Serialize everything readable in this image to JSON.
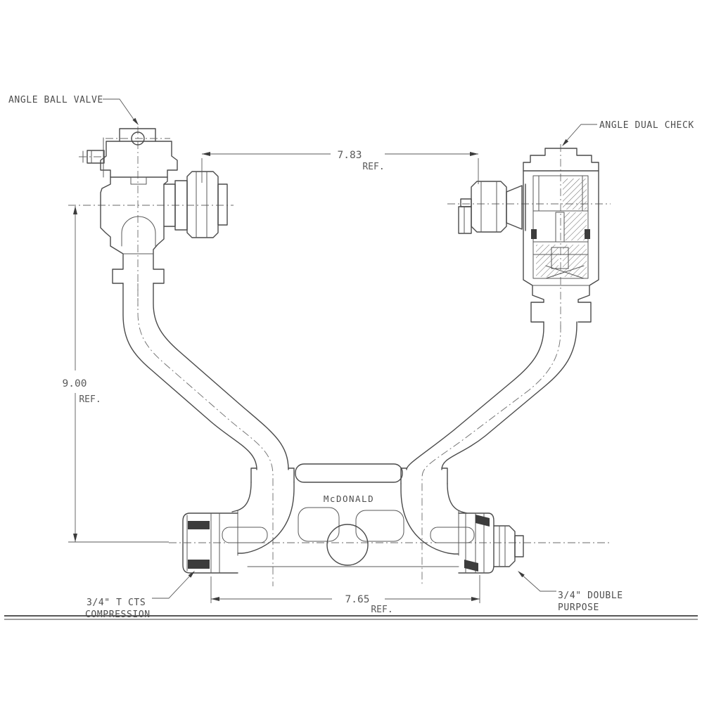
{
  "drawing": {
    "labels": {
      "angle_ball_valve": "ANGLE BALL VALVE",
      "angle_dual_check": "ANGLE DUAL CHECK",
      "outlet_left_line1": "3/4\" T CTS",
      "outlet_left_line2": "COMPRESSION",
      "outlet_right_line1": "3/4\" DOUBLE",
      "outlet_right_line2": "PURPOSE",
      "brand": "McDONALD"
    },
    "dimensions": {
      "top": {
        "value": "7.83",
        "ref": "REF."
      },
      "left": {
        "value": "9.00",
        "ref": "REF."
      },
      "bottom": {
        "value": "7.65",
        "ref": "REF."
      }
    },
    "colors": {
      "ink": "#474747",
      "background": "#ffffff"
    }
  }
}
